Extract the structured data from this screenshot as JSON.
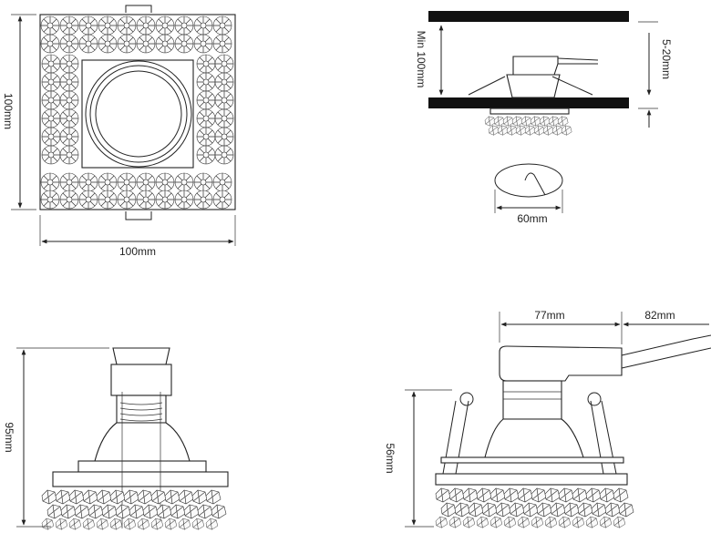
{
  "labels": {
    "top_width": "100mm",
    "top_height": "100mm",
    "min_depth": "Min 100mm",
    "ceiling_thickness": "5-20mm",
    "cutout": "60mm",
    "side_height": "95mm",
    "body_width": "77mm",
    "cable_length": "82mm",
    "profile_height": "56mm"
  },
  "colors": {
    "line": "#222222",
    "ceiling": "#111111",
    "background": "#ffffff"
  }
}
